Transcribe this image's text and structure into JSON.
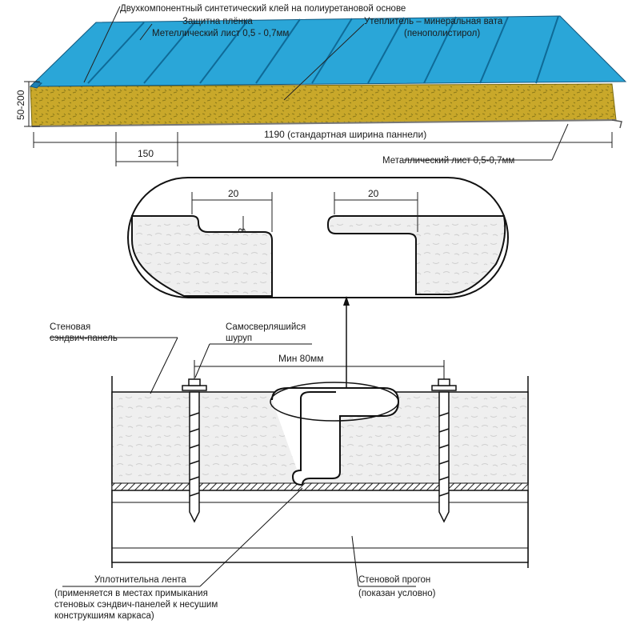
{
  "top_panel": {
    "label_adhesive": "Двухкомпонентный синтетический клей на полиуретановой основе",
    "label_film": "Защитна плёнка",
    "label_top_sheet": "Метеллический лист 0,5 - 0,7мм",
    "label_insulation": "Утеплитель – минеральная вата",
    "label_insulation_alt": "(пенополистирол)",
    "dim_thickness": "50-200",
    "dim_width": "1190 (стандартная ширина паннели)",
    "dim_rib_pitch": "150",
    "label_bottom_sheet": "Металлический лист 0,5-0,7мм",
    "colors": {
      "metal": "#2aa6d8",
      "rib": "#1b7fb3",
      "wool": "#c9a82a",
      "wool_dark": "#8c7a18"
    }
  },
  "joint_detail": {
    "dim_left": "20",
    "dim_right": "20",
    "dim_step": "8"
  },
  "assembly": {
    "label_wall_panel_line1": "Стеновая",
    "label_wall_panel_line2": "сэндвич-панель",
    "label_screw_line1": "Самосверляшийся",
    "label_screw_line2": "шуруп",
    "dim_min": "Мин 80мм",
    "label_seal_title": "Уплотнительна лента",
    "label_seal_line1": "(применяется в местах примыкания",
    "label_seal_line2": "стеновых сэндвич-панелей к несушим",
    "label_seal_line3": "конструкшиям каркаса)",
    "label_girt_title": "Стеновой прогон",
    "label_girt_sub": "(показан условно)"
  }
}
